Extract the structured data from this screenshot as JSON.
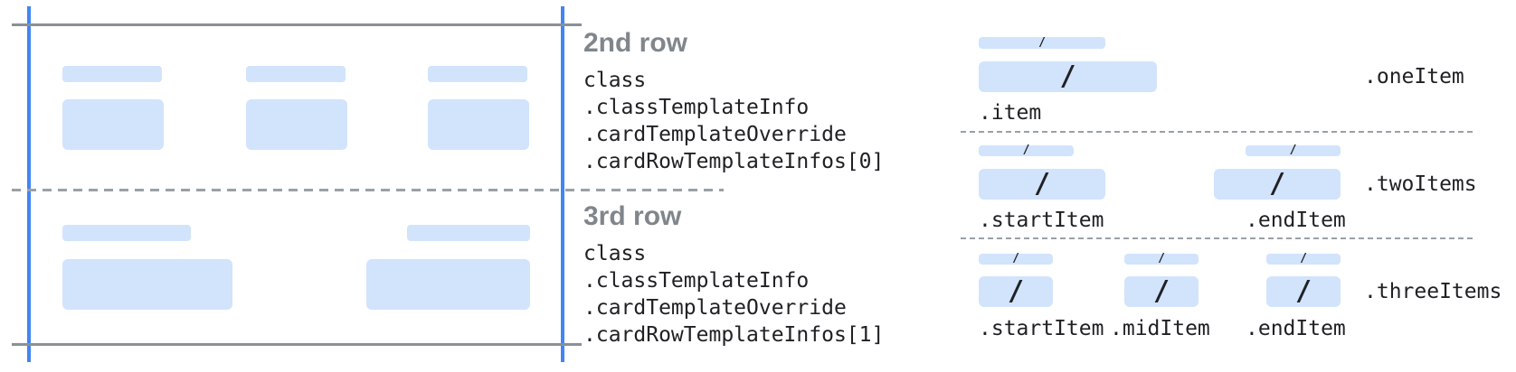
{
  "colors": {
    "bar_fill": "#d2e3fc",
    "guide_blue": "#4285f4",
    "line_gray": "#8a9096",
    "dash_gray": "#9aa0a6",
    "heading_gray": "#80868b",
    "text_dark": "#202124"
  },
  "glyphs": {
    "slash": "/"
  },
  "middle": {
    "rows": [
      {
        "title": "2nd row",
        "lines": [
          "class",
          ".classTemplateInfo",
          ".cardTemplateOverride",
          ".cardRowTemplateInfos[0]"
        ]
      },
      {
        "title": "3rd row",
        "lines": [
          "class",
          ".classTemplateInfo",
          ".cardTemplateOverride",
          ".cardRowTemplateInfos[1]"
        ]
      }
    ]
  },
  "right": {
    "sections": [
      {
        "name": ".oneItem",
        "item_labels": [
          ".item"
        ]
      },
      {
        "name": ".twoItems",
        "item_labels": [
          ".startItem",
          ".endItem"
        ]
      },
      {
        "name": ".threeItems",
        "item_labels": [
          ".startItem",
          ".midItem",
          ".endItem"
        ]
      }
    ]
  }
}
